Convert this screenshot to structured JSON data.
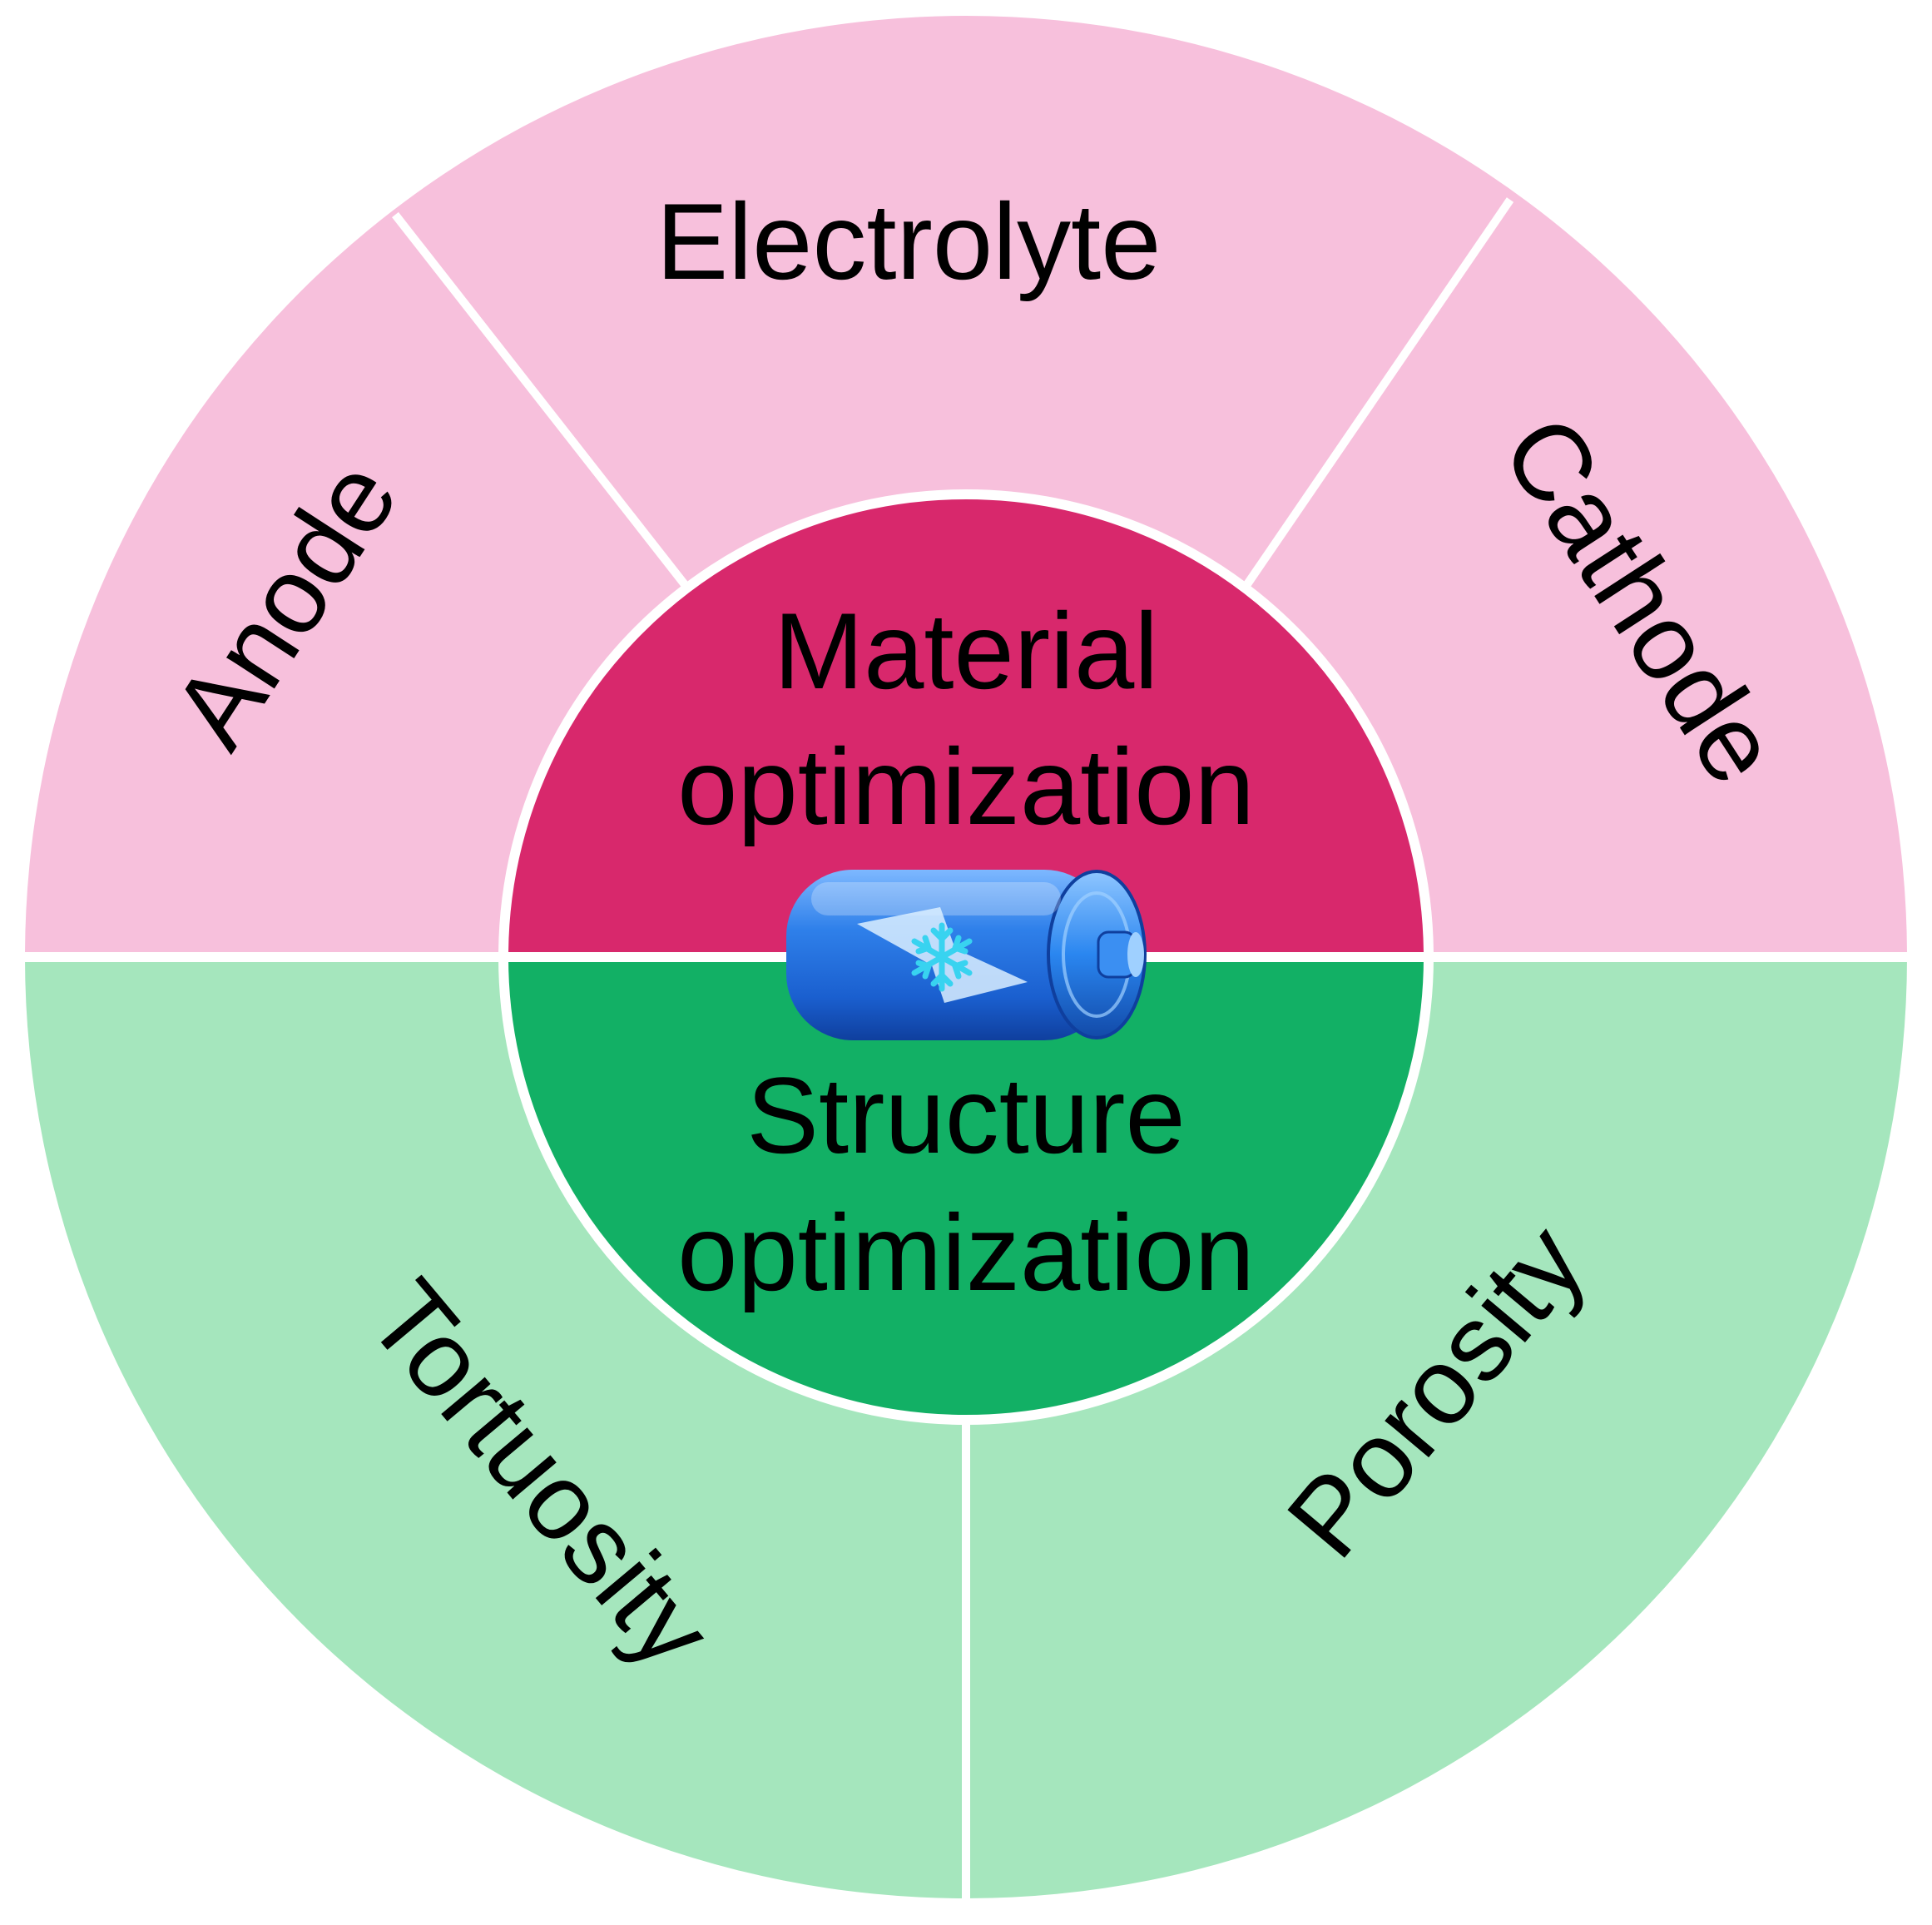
{
  "colors": {
    "material_outer": "#f7c0dc",
    "material_inner": "#d8286c",
    "structure_outer": "#a5e6bd",
    "structure_inner": "#12b065",
    "divider": "#ffffff",
    "text": "#000000",
    "battery_body": "#1f6fe0",
    "battery_cap": "#2a86f0",
    "snowflake": "#38d3f0"
  },
  "center": {
    "material_line1": "Material",
    "material_line2": "optimization",
    "structure_line1": "Structure",
    "structure_line2": "optimization",
    "icon": "battery-snowflake-icon"
  },
  "outer_segments": {
    "electrolyte": "Electrolyte",
    "anode": "Anode",
    "cathode": "Cathode",
    "tortuosity": "Tortuosity",
    "porosity": "Porosity"
  }
}
